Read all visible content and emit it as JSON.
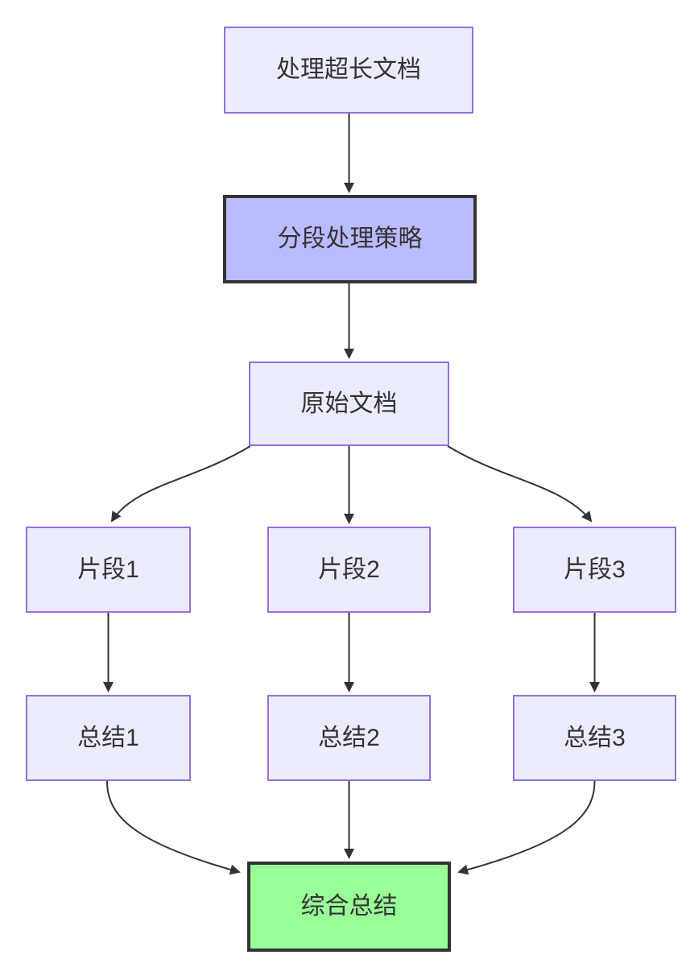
{
  "colors": {
    "background": "#FFFFFF",
    "node_fill": "#ECECFF",
    "node_border": "#9370DB",
    "emphasis_purple_fill": "#BBBBFF",
    "emphasis_green_fill": "#99FF99",
    "emphasis_border": "#333333",
    "edge": "#333333",
    "text": "#333333"
  },
  "diagram": {
    "type": "flowchart",
    "direction": "top-down",
    "nodes": {
      "a": {
        "label": "处理超长文档",
        "style": "default"
      },
      "b": {
        "label": "分段处理策略",
        "style": "emphasis-purple"
      },
      "c": {
        "label": "原始文档",
        "style": "default"
      },
      "d1": {
        "label": "片段1",
        "style": "default"
      },
      "d2": {
        "label": "片段2",
        "style": "default"
      },
      "d3": {
        "label": "片段3",
        "style": "default"
      },
      "e1": {
        "label": "总结1",
        "style": "default"
      },
      "e2": {
        "label": "总结2",
        "style": "default"
      },
      "e3": {
        "label": "总结3",
        "style": "default"
      },
      "f": {
        "label": "综合总结",
        "style": "emphasis-green"
      }
    },
    "edges": [
      {
        "from": "a",
        "to": "b"
      },
      {
        "from": "b",
        "to": "c"
      },
      {
        "from": "c",
        "to": "d1"
      },
      {
        "from": "c",
        "to": "d2"
      },
      {
        "from": "c",
        "to": "d3"
      },
      {
        "from": "d1",
        "to": "e1"
      },
      {
        "from": "d2",
        "to": "e2"
      },
      {
        "from": "d3",
        "to": "e3"
      },
      {
        "from": "e1",
        "to": "f"
      },
      {
        "from": "e2",
        "to": "f"
      },
      {
        "from": "e3",
        "to": "f"
      }
    ]
  }
}
